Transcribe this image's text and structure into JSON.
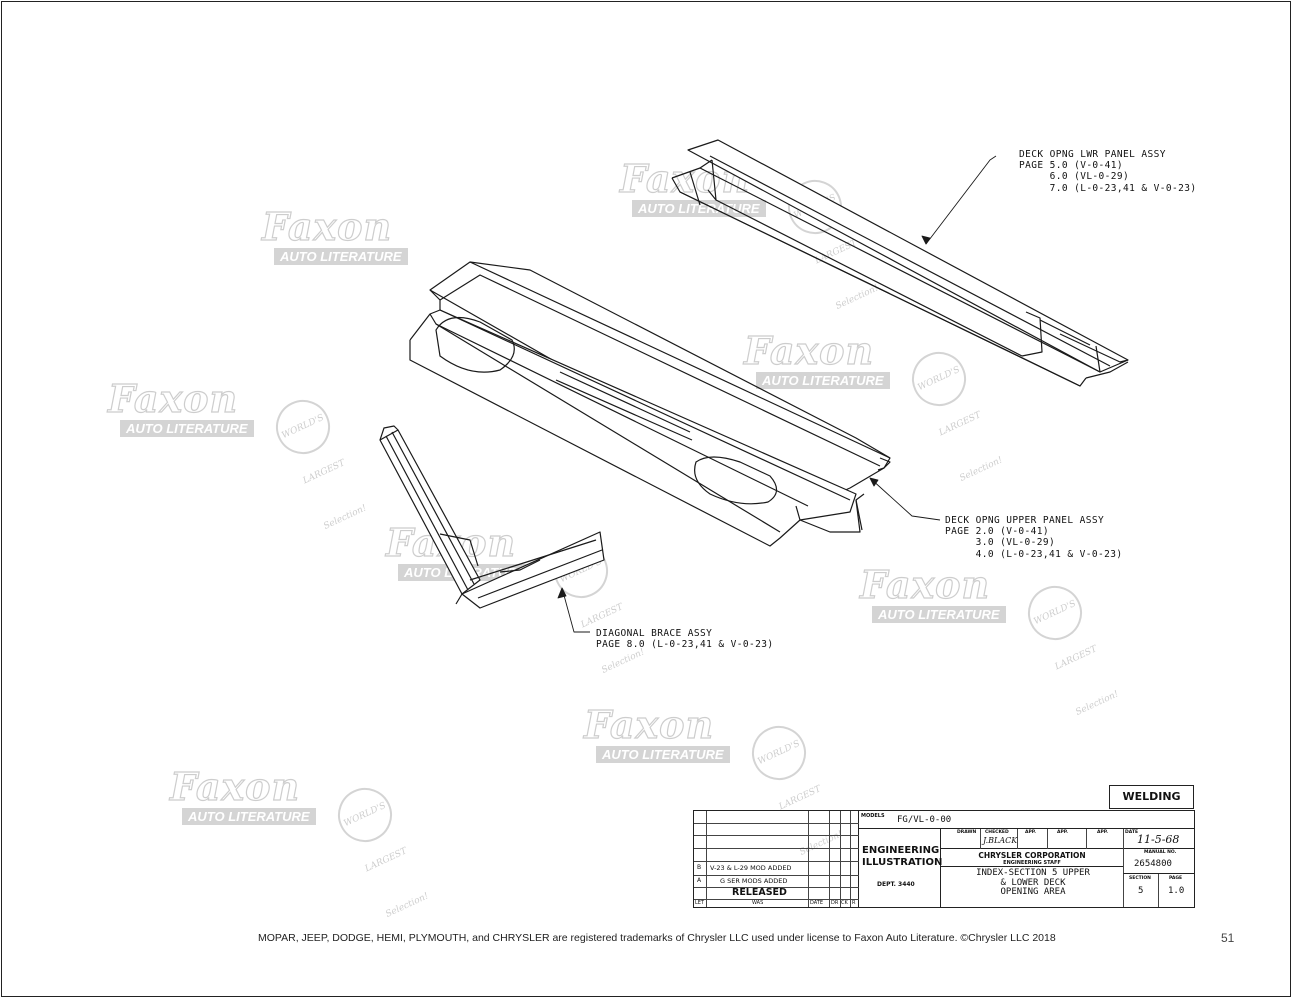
{
  "watermark": {
    "brand": "Faxon",
    "tagline": "AUTO LITERATURE",
    "seal": "WORLD'S LARGEST Selection!"
  },
  "callouts": {
    "lower_panel": "DECK OPNG LWR PANEL ASSY\nPAGE 5.0 (V-0-41)\n     6.0 (VL-0-29)\n     7.0 (L-0-23,41 & V-0-23)",
    "upper_panel": "DECK OPNG UPPER PANEL ASSY\nPAGE 2.0 (V-0-41)\n     3.0 (VL-0-29)\n     4.0 (L-0-23,41 & V-0-23)",
    "diagonal_brace": "DIAGONAL BRACE ASSY\nPAGE 8.0 (L-0-23,41 & V-0-23)"
  },
  "title_block": {
    "welding": "WELDING",
    "models_label": "MODELS",
    "models_value": "FG/VL-0-00",
    "engineering_illustration": "ENGINEERING\nILLUSTRATION",
    "dept": "DEPT. 3440",
    "drawn_label": "DRAWN",
    "checked_label": "CHECKED",
    "checked_value": "J.BLACK",
    "app1_label": "APP.",
    "app2_label": "APP.",
    "app3_label": "APP.",
    "date_label": "DATE",
    "date_value": "11-5-68",
    "corp": "CHRYSLER CORPORATION",
    "staff": "ENGINEERING STAFF",
    "manual_label": "MANUAL NO.",
    "manual_value": "2654800",
    "title": "INDEX-SECTION 5 UPPER\n& LOWER DECK\nOPENING AREA",
    "section_label": "SECTION",
    "section_value": "5",
    "page_label": "PAGE",
    "page_value": "1.0",
    "rev_b_letter": "B",
    "rev_b": "V-23 & L-29 MOD ADDED",
    "rev_a_letter": "A",
    "rev_a": "G SER MODS ADDED",
    "released": "RELEASED",
    "let_label": "LET",
    "was_label": "WAS",
    "date_col": "DATE",
    "dr_col": "DR",
    "ck_col": "CK",
    "r_col": "R"
  },
  "footer": "MOPAR, JEEP, DODGE, HEMI, PLYMOUTH, and CHRYSLER are registered trademarks of Chrysler LLC used under license to Faxon Auto Literature. ©Chrysler LLC 2018",
  "page_number": "51"
}
